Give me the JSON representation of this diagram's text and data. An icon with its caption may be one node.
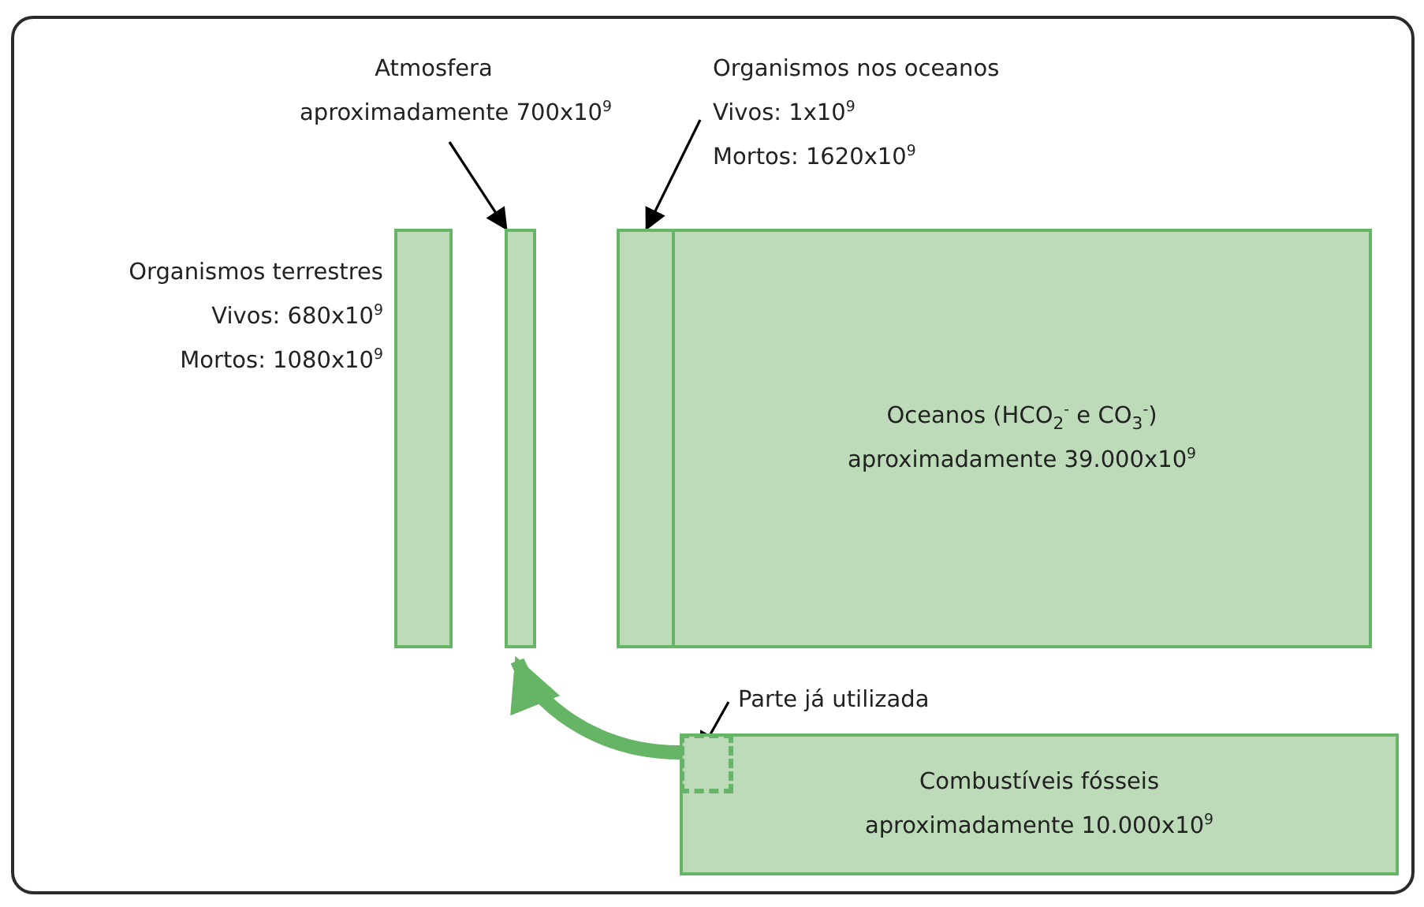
{
  "diagram": {
    "nodes": [
      {
        "text": [],
        "shape": "bar",
        "beside": [
          "Organismos terrestres",
          "Vivos: 680x10$^{9}$",
          "Mortos: 1080x10$^{9}$"
        ]
      },
      {
        "text": [
          "Atmosfera",
          "aproximadamente 700x10$^{9}$"
        ]
      },
      {
        "text": [],
        "shape": "bar"
      },
      {
        "text": [
          "Organismos nos oceanos",
          "Vivos: 1x10$^{9}$",
          "Mortos: 1620x10$^{9}$"
        ]
      },
      {
        "text": [],
        "shape": "bar"
      },
      {
        "text": [
          "Oceanos (HCO$_{2}$$^{-}$ e CO$_{3}$$^{-}$)",
          "aproximadamente 39.000x10$^{9}$"
        ]
      },
      {
        "text": [
          "Combustíveis fósseis",
          "aproximadamente 10.000x10$^{9}$"
        ]
      },
      {
        "text": [],
        "shape": "box",
        "in": 6
      },
      {
        "text": [
          "Parte já utilizada"
        ]
      }
    ],
    "edges": [
      {
        "from": 1,
        "to": 2,
        "arrow": "to"
      },
      {
        "from": 3,
        "to": 4,
        "arrow": "to"
      },
      {
        "from": 8,
        "to": 7,
        "arrow": "to"
      },
      {
        "from": 7,
        "to": 2,
        "arrow": "to",
        "style": "thick",
        "color": "#66b566"
      }
    ]
  }
}
